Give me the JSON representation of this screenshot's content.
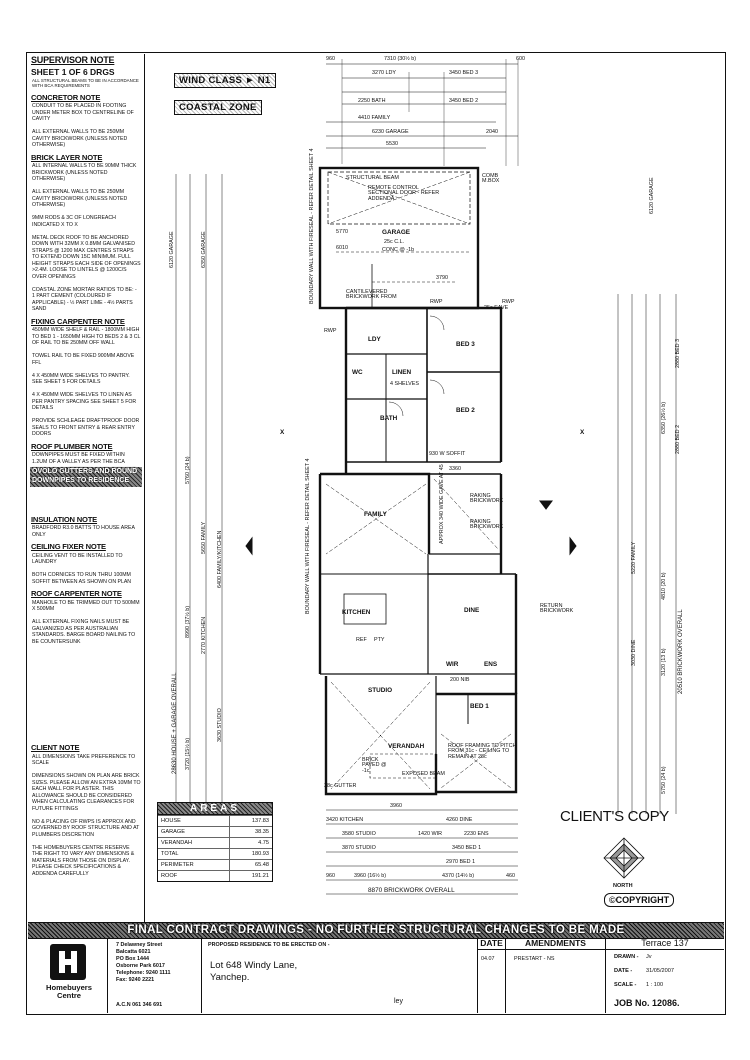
{
  "notes": {
    "supervisor_title": "SUPERVISOR NOTE",
    "sheet": "SHEET 1 OF 6 DRGS",
    "supervisor_body": "ALL STRUCTURAL BEAMS TO BE IN ACCORDANCE WITH BCA REQUIREMENTS",
    "concreter_title": "CONCRETOR NOTE",
    "concreter_body": "CONDUIT TO BE PLACED IN FOOTING UNDER METER BOX TO CENTRELINE OF CAVITY\n\nALL EXTERNAL WALLS TO BE 250mm CAVITY BRICKWORK (UNLESS NOTED OTHERWISE)",
    "bricklayer_title": "BRICK LAYER NOTE",
    "bricklayer_body": "ALL INTERNAL WALLS TO BE 90mm THICK BRICKWORK (UNLESS NOTED OTHERWISE)\n\nALL EXTERNAL WALLS TO BE 250mm CAVITY BRICKWORK (UNLESS NOTED OTHERWISE)\n\n9mm RODS & 3c OF LONGREACH INDICATED X TO X\n\nMETAL DECK ROOF TO BE ANCHORED DOWN WITH 32mm x 0.8mm GALVANISED STRAPS @ 1200 MAX CENTRES STRAPS TO EXTEND DOWN 15c MINIMUM. FULL HEIGHT STRAPS EACH SIDE OF OPENINGS >2.4m. LOOSE TO LINTELS @ 1200c/s OVER OPENINGS\n\nCOASTAL ZONE MORTAR RATIOS TO BE: - 1 PART CEMENT (COLOURED IF APPLICABLE) - ½ PART LIME - 4½ PARTS SAND",
    "fixing_title": "FIXING CARPENTER NOTE",
    "fixing_body": "450mm WIDE SHELF & RAIL - 1800mm HIGH TO BED 1 - 1650mm HIGH TO BEDS 2 & 3 CL OF RAIL TO BE 250mm OFF WALL\n\nTOWEL RAIL TO BE FIXED 900mm ABOVE FFL\n\n4 x 450mm WIDE SHELVES TO PANTRY. SEE SHEET 5 FOR DETAILS\n\n4 x 450mm WIDE SHELVES TO LINEN AS PER PANTRY SPACING SEE SHEET 5 FOR DETAILS\n\nPROVIDE SCHLEAGE DRAFTPROOF DOOR SEALS TO FRONT ENTRY & REAR ENTRY DOORS",
    "plumber_title": "ROOF PLUMBER NOTE",
    "plumber_body": "DOWNPIPES MUST BE FIXED WITHIN 1.2UM OF A VALLEY AS PER THE BCA",
    "plumber_hatch": "OVOLO GUTTERS AND ROUND DOWNPIPES TO RESIDENCE",
    "insulation_title": "INSULATION NOTE",
    "insulation_body": "BRADFORD R3.0 BATTS TO HOUSE AREA ONLY",
    "ceiling_title": "CEILING FIXER NOTE",
    "ceiling_body": "CEILING VENT TO BE INSTALLED TO LAUNDRY\n\nBOTH CORNICES TO RUN THRU 100mm SOFFIT BETWEEN AS SHOWN ON PLAN",
    "roofcarp_title": "ROOF CARPENTER NOTE",
    "roofcarp_body": "MANHOLE TO BE TRIMMED OUT TO 500mm x 500mm\n\nALL EXTERNAL FIXING NAILS MUST BE GALVANIZED AS PER AUSTRALIAN STANDARDS. BARGE BOARD NAILING TO BE COUNTERSUNK",
    "client_title": "CLIENT NOTE",
    "client_body": "ALL DIMENSIONS TAKE PREFERENCE TO SCALE\n\nDIMENSIONS SHOWN ON PLAN ARE BRICK SIZES. PLEASE ALLOW AN EXTRA 10mm TO EACH WALL FOR PLASTER. THIS ALLOWANCE SHOULD BE CONSIDERED WHEN CALCULATING CLEARANCES FOR FUTURE FITTINGS\n\nNo & PLACING OF RWPs IS APPROX AND GOVERNED BY ROOF STRUCTURE AND AT PLUMBERS DISCRETION\n\nTHE HOMEBUYERS CENTRE RESERVE THE RIGHT TO VARY ANY DIMENSIONS & MATERIALS FROM THOSE ON DISPLAY. PLEASE CHECK SPECIFICATIONS & ADDENDA CAREFULLY"
  },
  "tags": {
    "wind": "WIND CLASS ► N1",
    "coastal": "COASTAL ZONE"
  },
  "rooms": {
    "garage": "GARAGE",
    "bed3": "BED 3",
    "bed2": "BED 2",
    "bed1": "BED 1",
    "linen": "LINEN",
    "ldy": "LDY",
    "bath": "BATH",
    "wc": "WC",
    "family": "FAMILY",
    "kitchen": "KITCHEN",
    "dine": "DINE",
    "studio": "STUDIO",
    "verandah": "VERANDAH",
    "wir": "WIR",
    "ens": "ENS",
    "pty": "PTY",
    "ref": "REF"
  },
  "plan_text": {
    "beam": "STRUCTURAL BEAM",
    "door": "REMOTE CONTROL SECTIONAL DOOR - REFER ADDENDA",
    "garage_ht": "25c C.L.",
    "garage_conc": "CONC @ -1b",
    "cantilever": "CANTILEVERED BRICKWORK FROM",
    "comb": "COMB M.BOX",
    "firewall_top": "BOUNDARY WALL WITH FIRESEAL - REFER DETAIL SHEET 4",
    "firewall_mid": "BOUNDARY WALL WITH FIRESEAL - REFER DETAIL SHEET 4",
    "raking1": "RAKING BRICKWORK",
    "raking2": "RAKING BRICKWORK",
    "approx": "APPROX 340 WIDE GAVE AT 45",
    "return": "RETURN BRICKWORK",
    "roof_framing": "ROOF FRAMING TO PITCH FROM 31c - CEILING TO REMAIN AT 28c",
    "brick_paved": "BRICK PAVED @ -1c",
    "exposed_beam": "EXPOSED BEAM",
    "gutter": "28c GUTTER",
    "soffit": "930 W SOFFIT",
    "nib": "200 NIB",
    "rwp": "RWP",
    "shelves": "4 SHELVES",
    "eave": "25c EAVE",
    "x": "X"
  },
  "dims": {
    "top_overall": "7310 (30½ b)",
    "top_960": "960",
    "top_600": "600",
    "d3270": "3270 LDY",
    "d3450a": "3450 BED 3",
    "d2250": "2250 BATH",
    "d3450b": "3450 BED 2",
    "d4410": "4410 FAMILY",
    "d6230": "6230 GARAGE",
    "d2040": "2040",
    "d5530": "5530",
    "d5770": "5770",
    "d6010": "6010",
    "d3790": "3790",
    "d3360": "3360",
    "bot_3960": "3960",
    "bot_4260": "4260 DINE",
    "bot_3420": "3420 KITCHEN",
    "bot_3580": "3580 STUDIO",
    "bot_1420": "1420 WIR",
    "bot_2230": "2230 ENS",
    "bot_3870": "3870 STUDIO",
    "bot_3450": "3450 BED 1",
    "bot_2970": "2970 BED 1",
    "bot_3960b": "3960 (16½ b)",
    "bot_4370": "4370 (14½ b)",
    "bot_960": "960",
    "bot_460": "460",
    "bot_overall": "8870 BRICKWORK OVERALL",
    "left_overall": "28630 HOUSE + GARAGE OVERALL",
    "left_5760": "5760 (24 b)",
    "left_8990": "8990 (37½ b)",
    "left_3720": "3720 (15½ b)",
    "left_6120": "6120 GARAGE",
    "left_6350": "6350 GARAGE",
    "left_5650": "5650 FAMILY",
    "left_6400": "6400 FAMILY/KITCHEN",
    "left_2770": "2770 KITCHEN",
    "left_3630": "3630 STUDIO",
    "right_overall": "20510 BRICKWORK OVERALL",
    "right_6350": "6350 (26½ b)",
    "right_4810": "4810 (20 b)",
    "right_3120": "3120 (13 b)",
    "right_5750": "5750 (24 b)",
    "right_6120": "6120 GARAGE",
    "right_5220": "5220 FAMILY",
    "right_3030": "3030 DINE",
    "right_bed3": "2880 BED 3",
    "right_bed2": "2880 BED 2"
  },
  "areas": {
    "title": "AREAS",
    "rows": [
      {
        "label": "HOUSE",
        "value": "137.83"
      },
      {
        "label": "GARAGE",
        "value": "38.35"
      },
      {
        "label": "VERANDAH",
        "value": "4.75"
      },
      {
        "label": "TOTAL",
        "value": "180.93"
      },
      {
        "label": "PERIMETER",
        "value": "65.48"
      },
      {
        "label": "ROOF",
        "value": "191.21"
      }
    ]
  },
  "client_copy": "CLIENT'S COPY",
  "north": "NORTH",
  "copyright": "©COPYRIGHT",
  "banner": "FINAL CONTRACT DRAWINGS - NO FURTHER STRUCTURAL CHANGES TO BE MADE",
  "title_block": {
    "company": "Homebuyers Centre",
    "address": [
      "7 Delawney Street",
      "Balcatta 6021",
      "PO Box 1444",
      "Osborne Park 6017",
      "Telephone: 9240 1111",
      "Fax: 9240 2221"
    ],
    "acn": "A.C.N 061 346 691",
    "proposed": "PROPOSED RESIDENCE TO BE ERECTED ON -",
    "lot": "Lot 648 Windy Lane,",
    "suburb": "Yanchep.",
    "ley": "ley",
    "date_hdr": "DATE",
    "amend_hdr": "AMENDMENTS",
    "date_val": "04.07",
    "amend_val": "PRESTART - NS",
    "design": "Terrace 137",
    "drawn_lbl": "DRAWN -",
    "drawn": "Jv",
    "date_lbl": "DATE -",
    "date": "31/05/2007",
    "scale_lbl": "SCALE -",
    "scale": "1 : 100",
    "job": "JOB No.  12086."
  }
}
